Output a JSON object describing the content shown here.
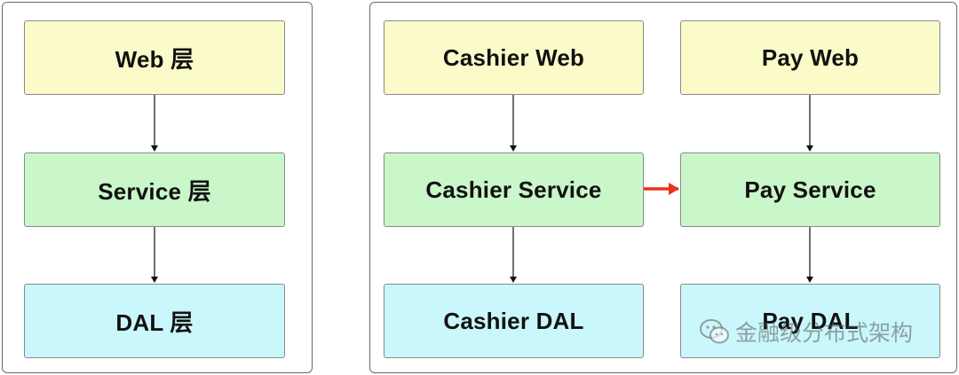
{
  "left_panel": {
    "web": "Web 层",
    "service": "Service 层",
    "dal": "DAL 层"
  },
  "right_panel": {
    "cashier": {
      "web": "Cashier Web",
      "service": "Cashier Service",
      "dal": "Cashier DAL"
    },
    "pay": {
      "web": "Pay Web",
      "service": "Pay Service",
      "dal": "Pay DAL"
    }
  },
  "colors": {
    "web": "#fbfbc9",
    "service": "#c9f7c9",
    "dal": "#c9f7fb",
    "cross_call_arrow": "#e8321e"
  },
  "watermark": {
    "text": "金融级分布式架构",
    "icon": "wechat-icon"
  }
}
